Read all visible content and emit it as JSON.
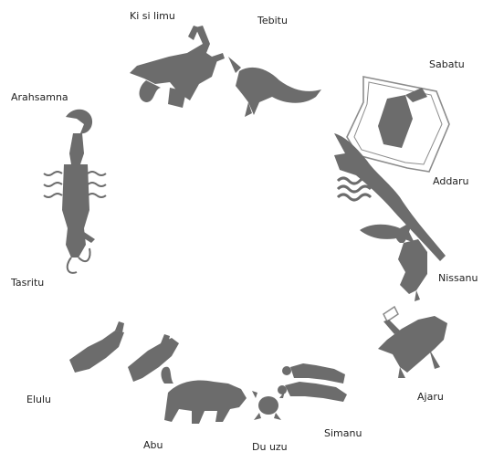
{
  "colors": {
    "silhouette": "#6c6c6c",
    "outline": "#8c8c8c",
    "label": "#222222",
    "background": "#ffffff"
  },
  "labels": {
    "ki_si_limu": "Ki si limu",
    "tebitu": "Tebitu",
    "sabatu": "Sabatu",
    "addaru": "Addaru",
    "nissanu": "Nissanu",
    "ajaru": "Ajaru",
    "simanu": "Simanu",
    "du_uzu": "Du uzu",
    "abu": "Abu",
    "elulu": "Elulu",
    "tasritu": "Tasritu",
    "arahsamna": "Arahsamna"
  },
  "figures": [
    {
      "id": "goatfish-figure",
      "month": "Ki si limu"
    },
    {
      "id": "fish-figure",
      "month": "Tebitu"
    },
    {
      "id": "square-figure",
      "month": "Sabatu"
    },
    {
      "id": "water-figure",
      "month": "Addaru"
    },
    {
      "id": "ram-figure",
      "month": "Nissanu"
    },
    {
      "id": "bull-figure",
      "month": "Ajaru"
    },
    {
      "id": "twins-figure",
      "month": "Simanu"
    },
    {
      "id": "crab-figure",
      "month": "Du uzu"
    },
    {
      "id": "lion-figure",
      "month": "Abu"
    },
    {
      "id": "furrow-figure",
      "month": "Elulu"
    },
    {
      "id": "scorpion-figure",
      "month": "Arahsamna"
    }
  ]
}
